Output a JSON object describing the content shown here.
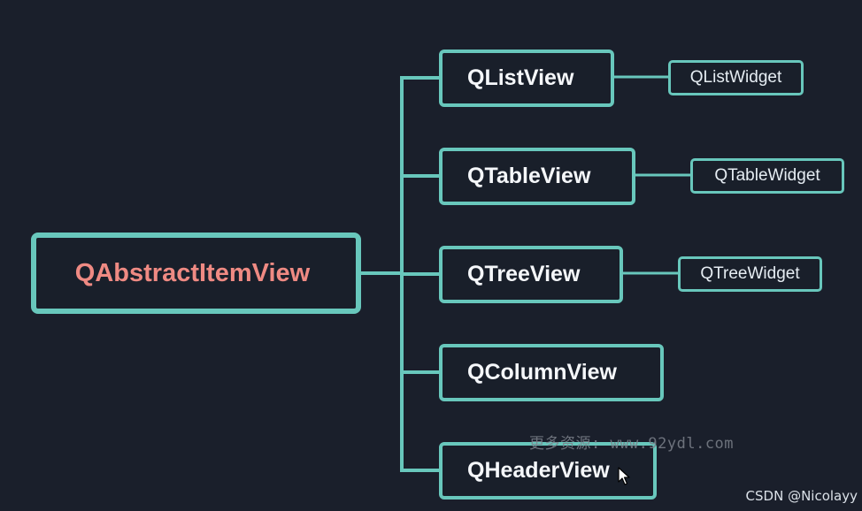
{
  "diagram": {
    "root": {
      "label": "QAbstractItemView"
    },
    "children": [
      {
        "label": "QListView",
        "leaf": "QListWidget"
      },
      {
        "label": "QTableView",
        "leaf": "QTableWidget"
      },
      {
        "label": "QTreeView",
        "leaf": "QTreeWidget"
      },
      {
        "label": "QColumnView"
      },
      {
        "label": "QHeaderView"
      }
    ]
  },
  "overlay": {
    "watermark": "更多资源: www.92ydl.com",
    "credit": "CSDN @Nicolayy"
  },
  "colors": {
    "background": "#1a1f2b",
    "border": "#68c7bc",
    "root_text": "#ef8a83",
    "node_text": "#f5f7fa"
  },
  "icons": {
    "cursor": "mouse-pointer-icon"
  }
}
